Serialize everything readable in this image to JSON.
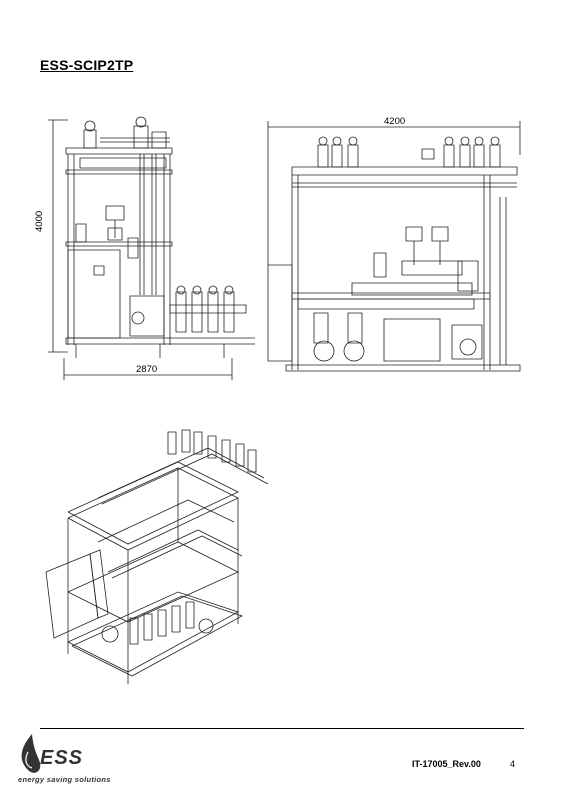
{
  "document": {
    "title": "ESS-SCIP2TP",
    "doc_ref": "IT-17005_Rev.00",
    "page_number": "4"
  },
  "drawings": {
    "side_view": {
      "height_label": "4000",
      "width_label": "2870"
    },
    "front_view": {
      "width_label": "4200"
    },
    "iso_view": {}
  },
  "brand": {
    "logo_text": "ESS",
    "tagline": "energy saving solutions",
    "color": "#333333"
  }
}
